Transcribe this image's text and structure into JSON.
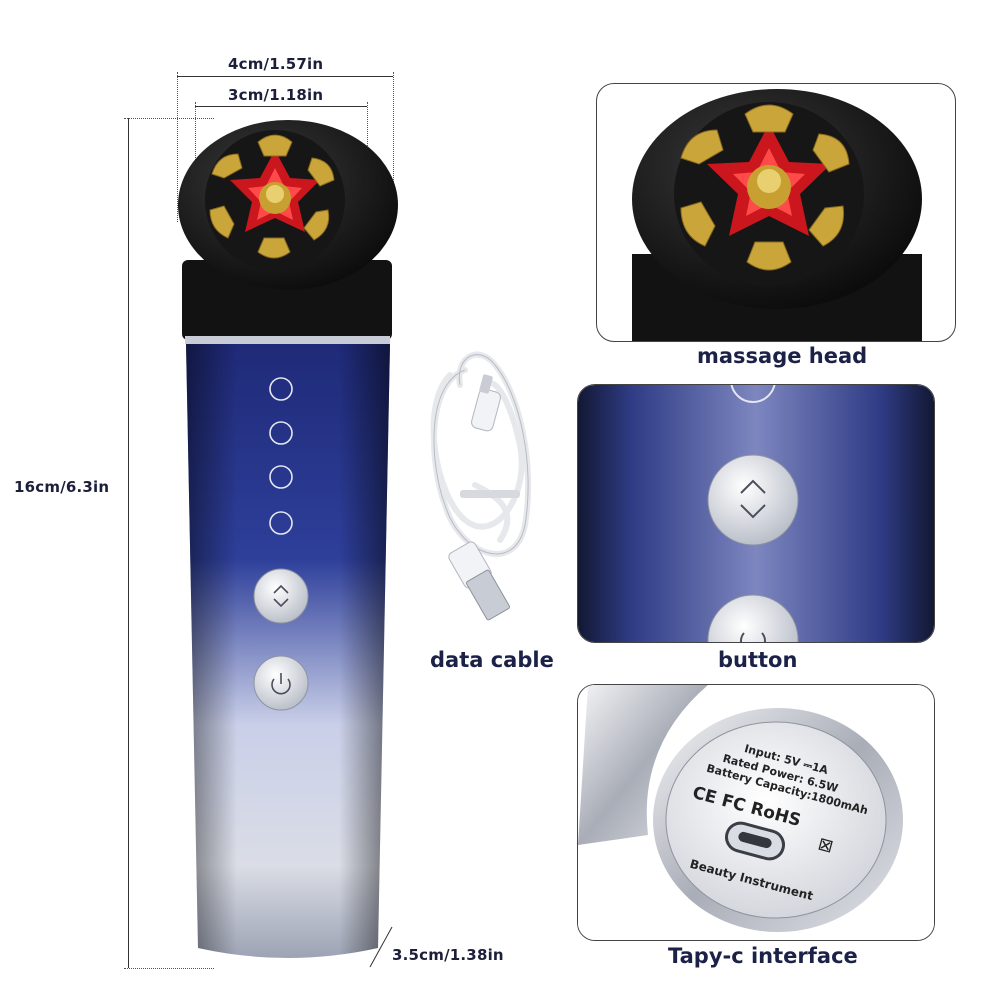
{
  "dimensions": {
    "width_outer": "4cm/1.57in",
    "width_inner": "3cm/1.18in",
    "height": "16cm/6.3in",
    "base": "3.5cm/1.38in"
  },
  "captions": {
    "massage_head": "massage head",
    "data_cable": "data cable",
    "button": "button",
    "typec": "Tapy-c interface"
  },
  "label_plate": {
    "input": "Input: 5V ⎓1A",
    "power": "Rated Power: 6.5W",
    "battery": "Battery Capacity:1800mAh",
    "certs": "CE FC RoHS",
    "name": "Beauty Instrument"
  },
  "colors": {
    "navy": "#1d2a6b",
    "gold": "#c9a53a",
    "red_led": "#e0161e",
    "silver": "#d8dbe2"
  },
  "icons": [
    "up-down-arrow-icon",
    "power-icon",
    "mode-circle-icon",
    "recycle-bin-crossed-icon"
  ]
}
